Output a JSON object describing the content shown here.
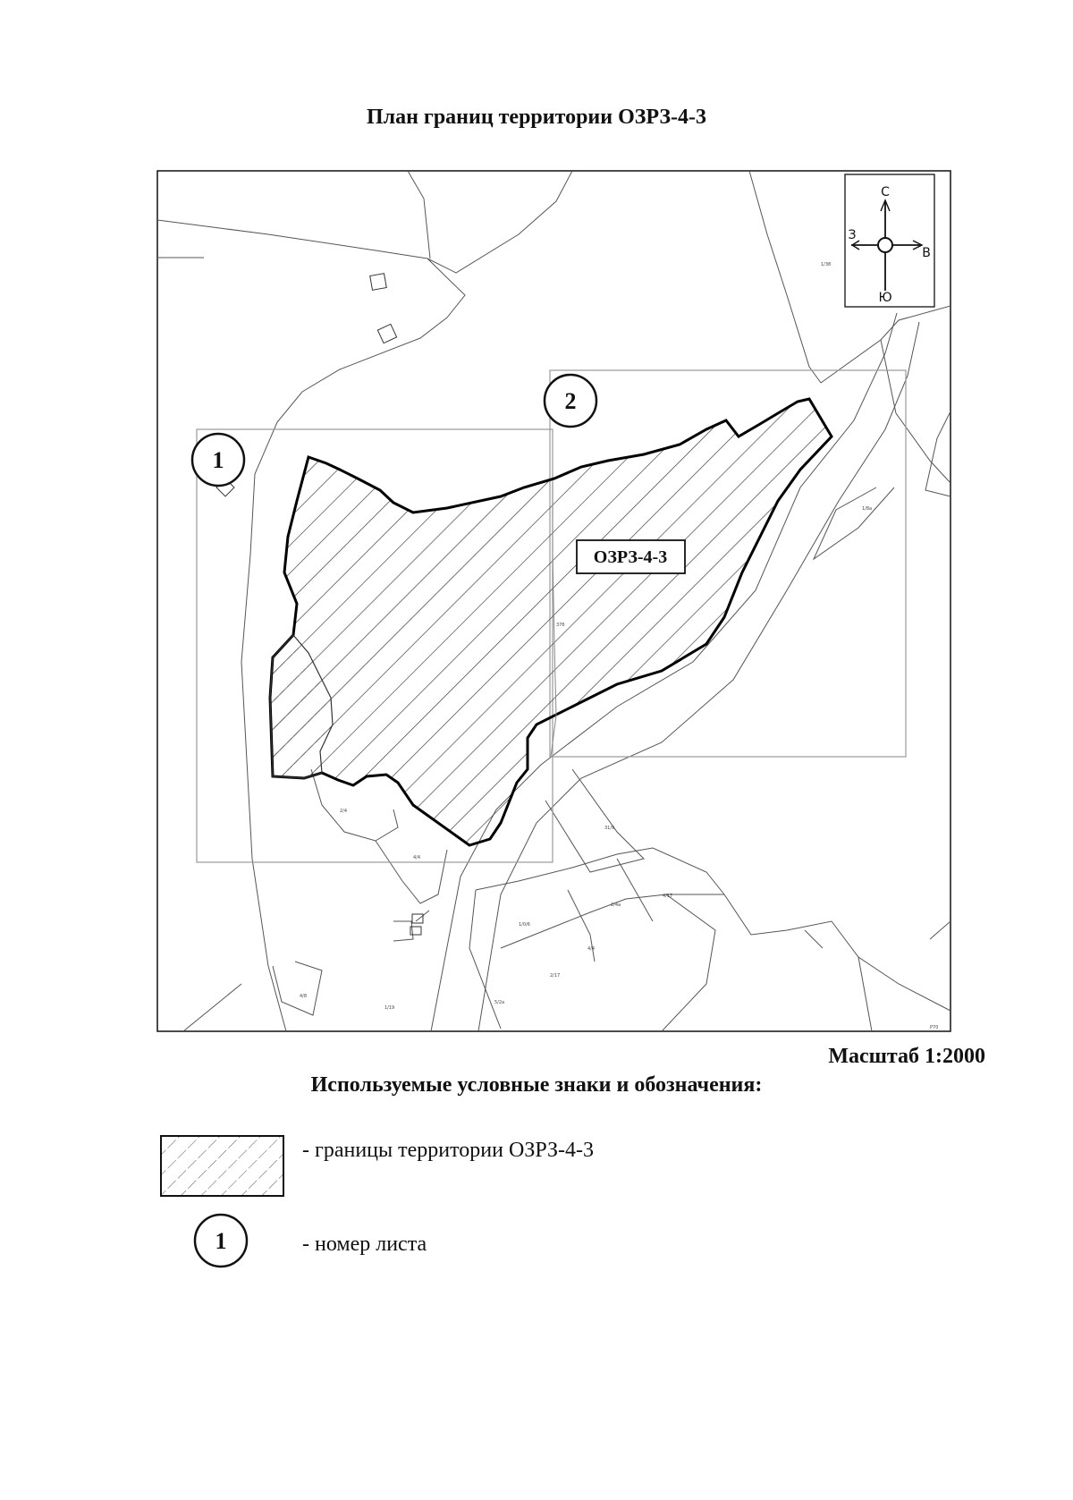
{
  "title": "План границ территории ОЗРЗ-4-3",
  "map": {
    "zone_label": "ОЗРЗ-4-3",
    "sheets": [
      {
        "number": "1"
      },
      {
        "number": "2"
      }
    ],
    "compass": {
      "north": "С",
      "south": "Ю",
      "west": "З",
      "east": "В"
    }
  },
  "scale": "Масштаб 1:2000",
  "legend": {
    "title": "Используемые условные знаки и обозначения:",
    "items": [
      {
        "symbol": "hatched-area",
        "text": "- границы территории ОЗРЗ-4-3"
      },
      {
        "symbol": "sheet-circle",
        "number": "1",
        "text": "- номер листа"
      }
    ]
  },
  "colors": {
    "ink": "#111111",
    "thin_line": "#555555",
    "sheet_frame": "#9a9a9a"
  }
}
